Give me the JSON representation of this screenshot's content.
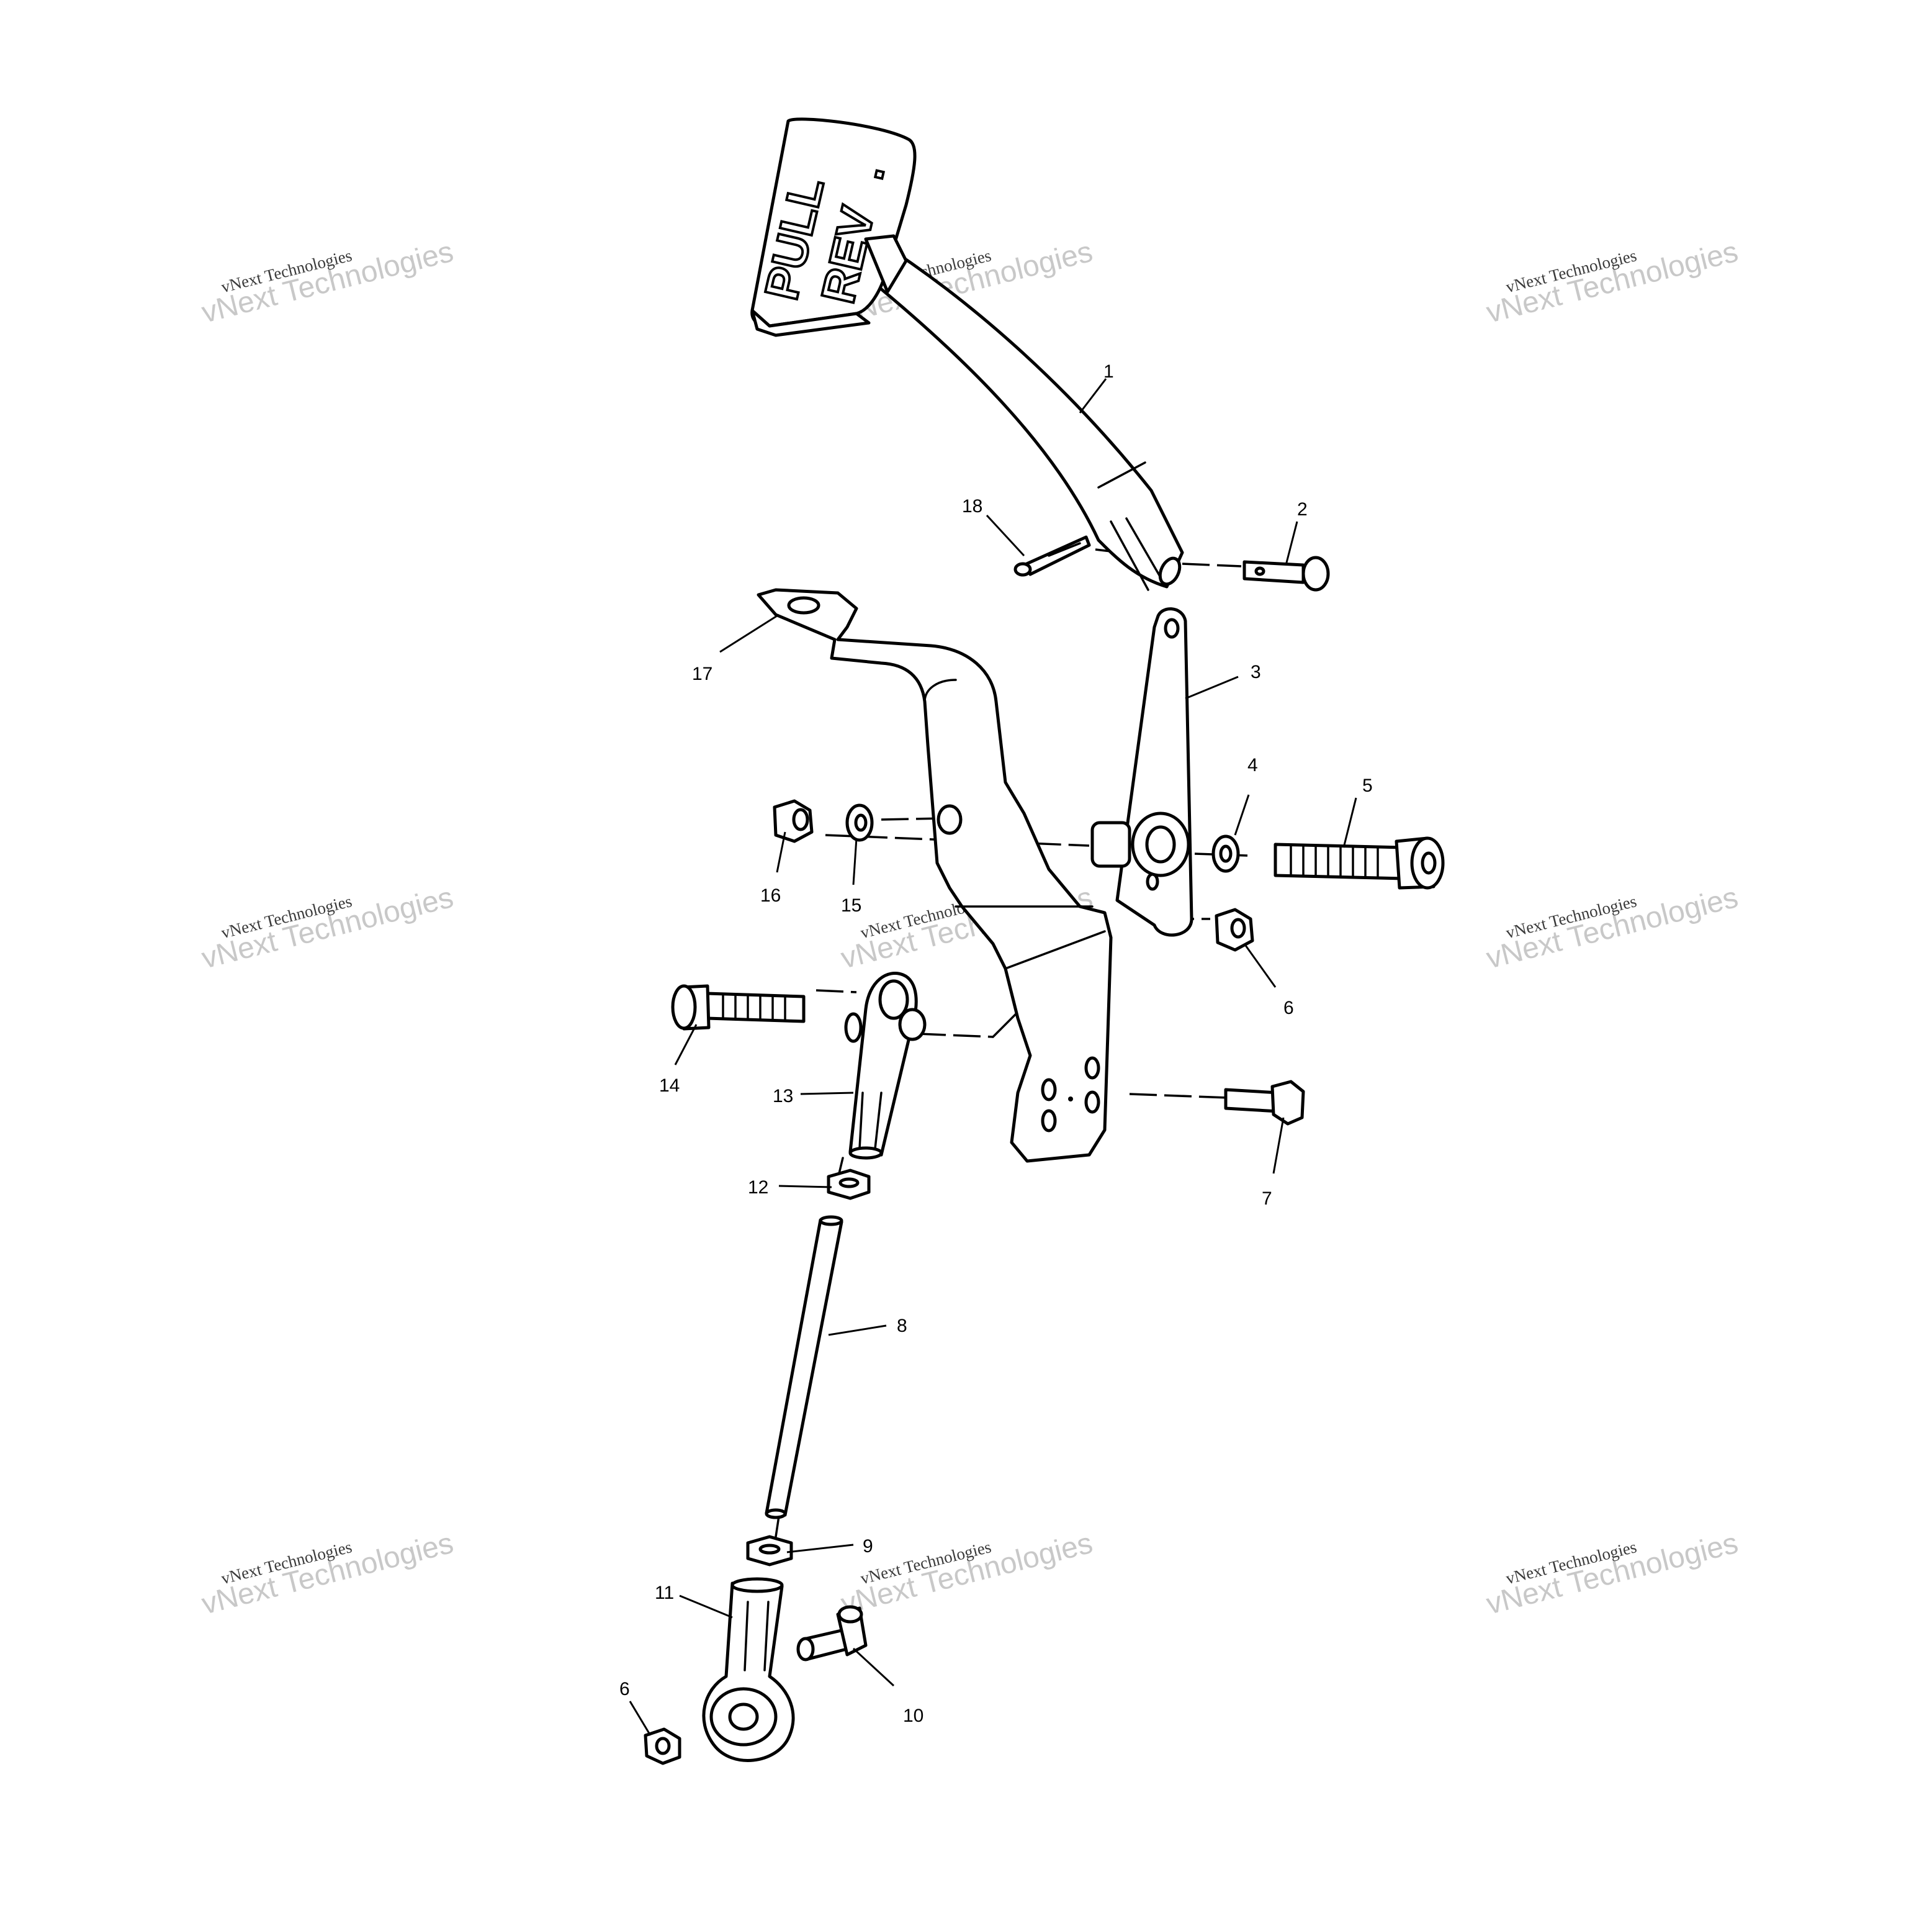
{
  "handle_text": {
    "left": "PULL",
    "dot_left": ".",
    "right": "REV",
    "dot_right": "."
  },
  "callouts": [
    {
      "id": "1",
      "label": "1"
    },
    {
      "id": "2",
      "label": "2"
    },
    {
      "id": "3",
      "label": "3"
    },
    {
      "id": "4",
      "label": "4"
    },
    {
      "id": "5",
      "label": "5"
    },
    {
      "id": "6a",
      "label": "6"
    },
    {
      "id": "6b",
      "label": "6"
    },
    {
      "id": "7",
      "label": "7"
    },
    {
      "id": "8",
      "label": "8"
    },
    {
      "id": "9",
      "label": "9"
    },
    {
      "id": "10",
      "label": "10"
    },
    {
      "id": "11",
      "label": "11"
    },
    {
      "id": "12",
      "label": "12"
    },
    {
      "id": "13",
      "label": "13"
    },
    {
      "id": "14",
      "label": "14"
    },
    {
      "id": "15",
      "label": "15"
    },
    {
      "id": "16",
      "label": "16"
    },
    {
      "id": "17",
      "label": "17"
    },
    {
      "id": "18",
      "label": "18"
    }
  ],
  "watermark": {
    "large": "vNext Technologies",
    "small": "vNext Technologies"
  },
  "colors": {
    "line": "#000000",
    "background": "#ffffff",
    "watermark_large": "#c8c8c8",
    "watermark_small": "#3a3a3a"
  }
}
